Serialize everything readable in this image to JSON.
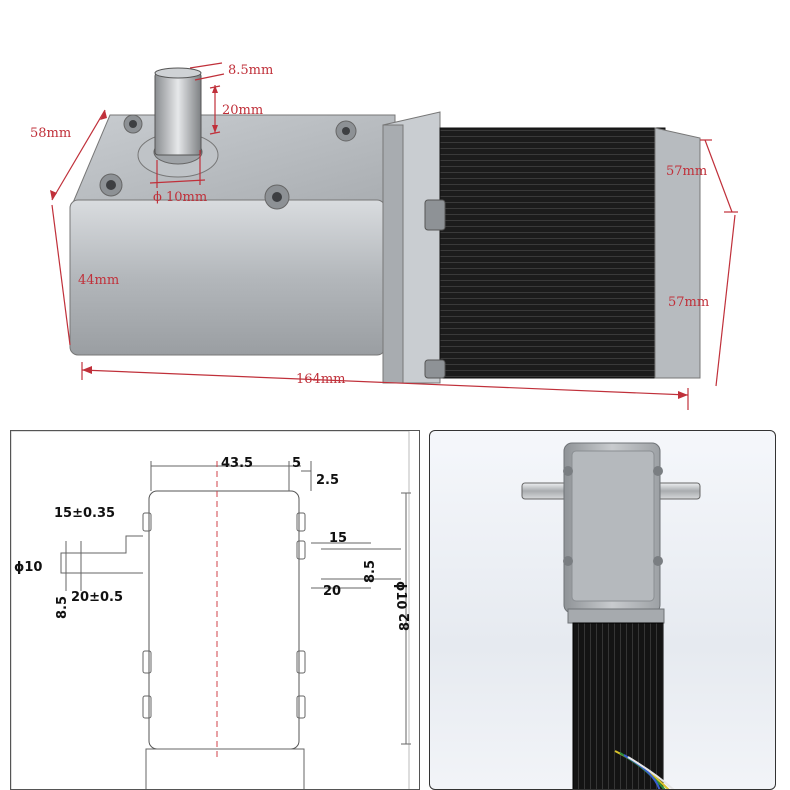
{
  "top_photo": {
    "labels": {
      "shaft_width": "8.5mm",
      "shaft_length": "20mm",
      "gearbox_depth": "58mm",
      "shaft_diameter": "ϕ 10mm",
      "gearbox_height": "44mm",
      "total_length": "164mm",
      "motor_height": "57mm",
      "motor_width": "57mm"
    }
  },
  "drawing": {
    "labels": {
      "width_43_5": "43.5",
      "dim_5": "5",
      "dim_2_5": "2.5",
      "dim_15_tol": "15±0.35",
      "dim_phi10_left": "ϕ10",
      "dim_20_tol": "20±0.5",
      "dim_8_5_left": "8.5",
      "dim_15_right": "15",
      "dim_8_5_right": "8.5",
      "dim_phi10_right": "ϕ10",
      "dim_20_right": "20",
      "dim_82": "82"
    }
  },
  "colors": {
    "dimension_red": "#c0303a",
    "motor_black": "#1a1a1a",
    "aluminum": "#b8bcc0"
  }
}
